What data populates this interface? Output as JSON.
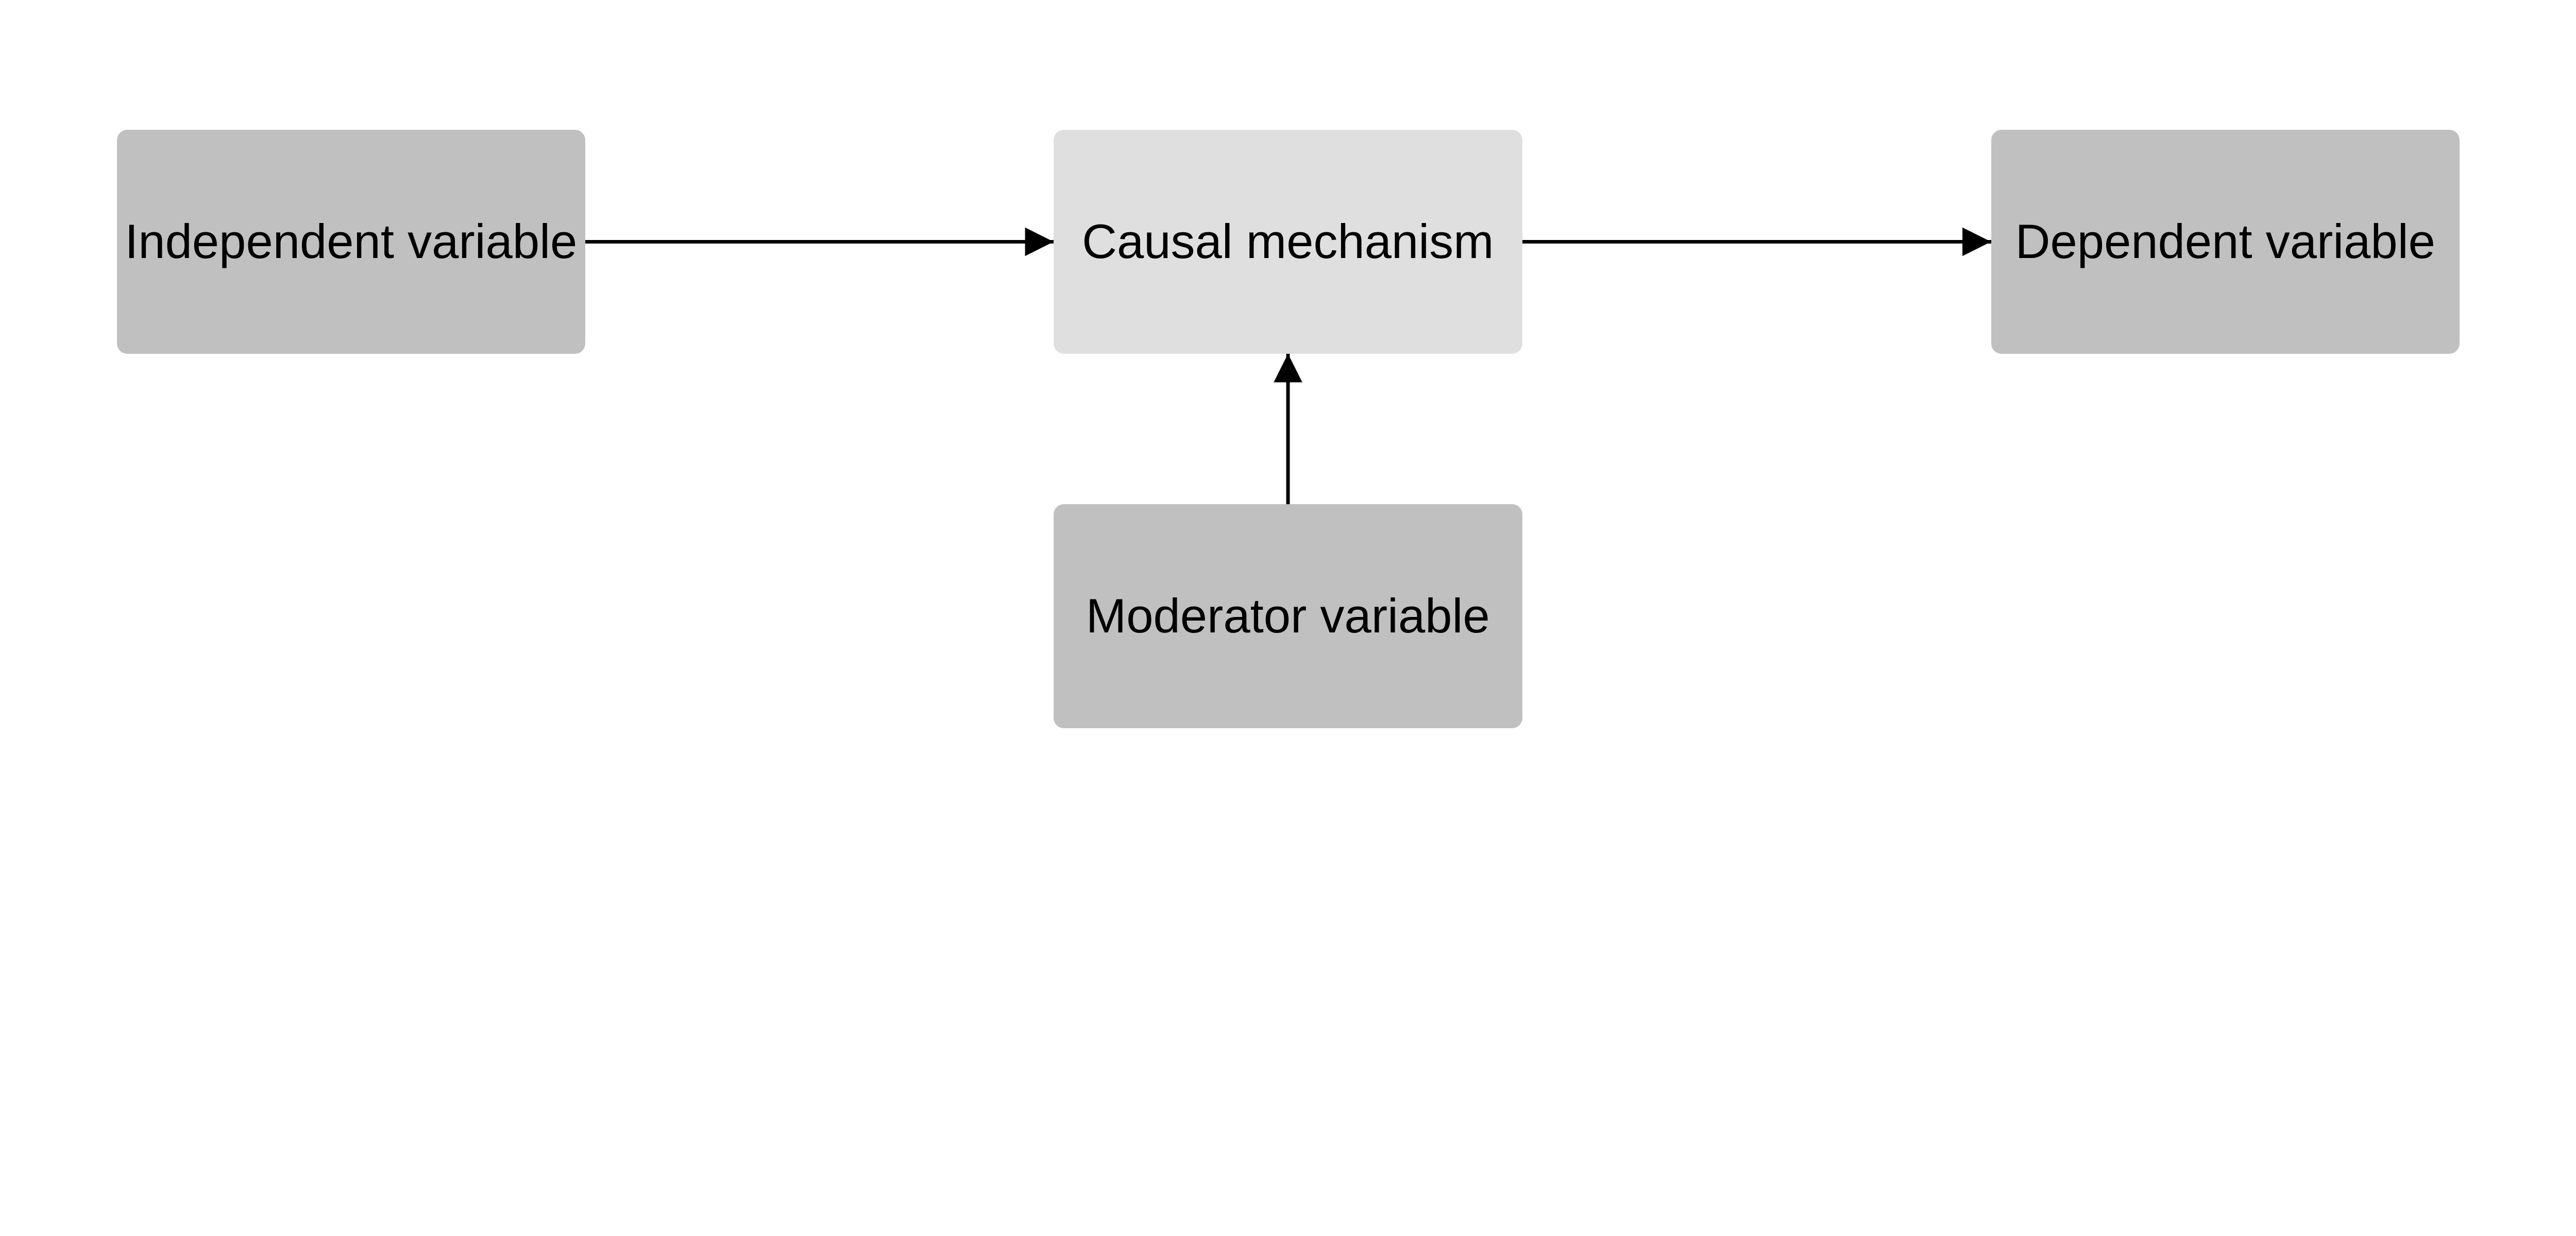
{
  "nodes": {
    "independent": {
      "label": "Independent variable",
      "fill": "#c0c0c0"
    },
    "mechanism": {
      "label": "Causal mechanism",
      "fill": "#dfdfdf"
    },
    "dependent": {
      "label": "Dependent variable",
      "fill": "#c0c0c0"
    },
    "moderator": {
      "label": "Moderator variable",
      "fill": "#c0c0c0"
    }
  },
  "edges": [
    {
      "from": "independent",
      "to": "mechanism"
    },
    {
      "from": "mechanism",
      "to": "dependent"
    },
    {
      "from": "moderator",
      "to": "mechanism"
    }
  ],
  "colors": {
    "edge": "#000000",
    "background": "#ffffff"
  }
}
